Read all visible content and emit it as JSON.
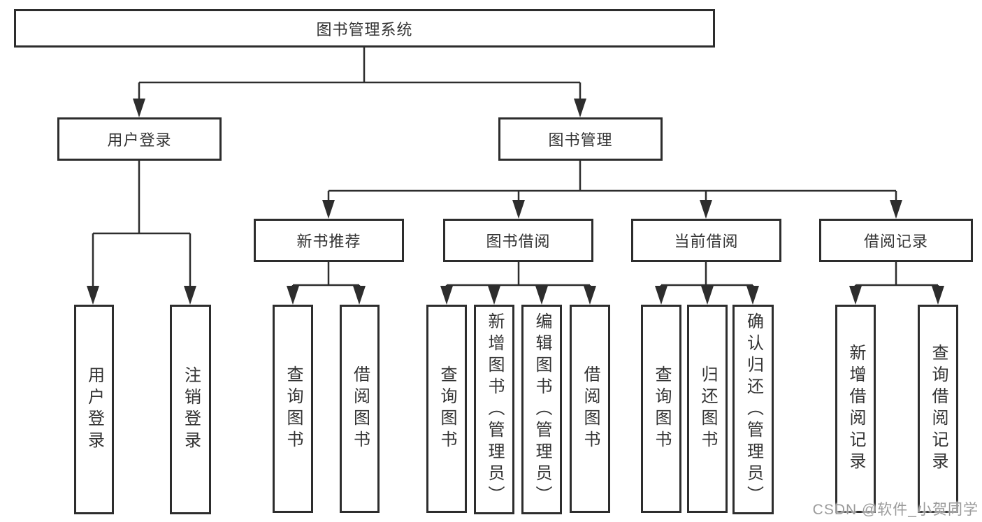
{
  "diagram_title": "图书管理系统",
  "tree": {
    "root": {
      "label": "图书管理系统"
    },
    "user_login": {
      "label": "用户登录",
      "children": [
        {
          "label": "用户登录"
        },
        {
          "label": "注销登录"
        }
      ]
    },
    "book_mgmt": {
      "label": "图书管理",
      "modules": [
        {
          "label": "新书推荐",
          "children": [
            {
              "label": "查询图书"
            },
            {
              "label": "借阅图书"
            }
          ]
        },
        {
          "label": "图书借阅",
          "children": [
            {
              "label": "查询图书"
            },
            {
              "label": "新增图书（管理员）"
            },
            {
              "label": "编辑图书（管理员）"
            },
            {
              "label": "借阅图书"
            }
          ]
        },
        {
          "label": "当前借阅",
          "children": [
            {
              "label": "查询图书"
            },
            {
              "label": "归还图书"
            },
            {
              "label": "确认归还（管理员）"
            }
          ]
        },
        {
          "label": "借阅记录",
          "children": [
            {
              "label": "新增借阅记录"
            },
            {
              "label": "查询借阅记录"
            }
          ]
        }
      ]
    }
  },
  "watermark": "CSDN @软件_小贺同学",
  "colors": {
    "line": "#2d2d2d",
    "box_border": "#2d2d2d",
    "box_fill": "#ffffff",
    "text": "#333333",
    "watermark": "#9b9b9b",
    "background": "#ffffff"
  }
}
